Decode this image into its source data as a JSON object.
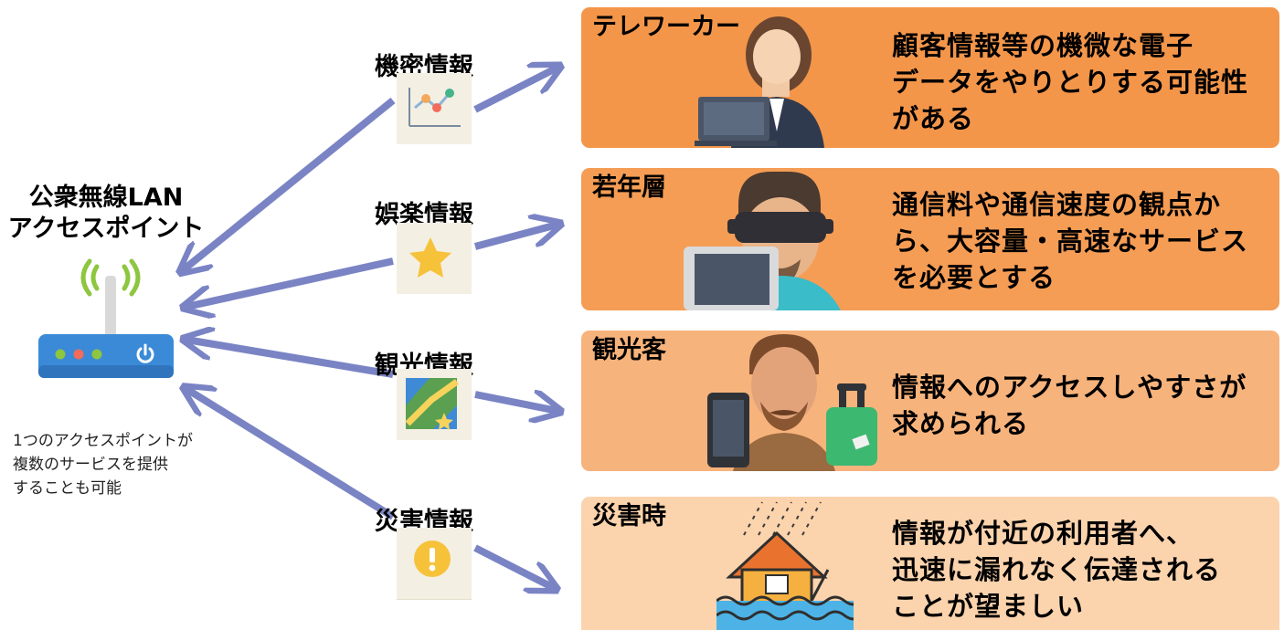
{
  "access_point": {
    "title_line1": "公衆無線LAN",
    "title_line2": "アクセスポイント",
    "note_line1": "1つのアクセスポイントが",
    "note_line2": "複数のサービスを提供",
    "note_line3": "することも可能",
    "wifi_color": "#8dc63f",
    "router_color": "#3b8ad8"
  },
  "information": [
    {
      "label": "機密情報",
      "icon": "line-chart-icon"
    },
    {
      "label": "娯楽情報",
      "icon": "star-icon"
    },
    {
      "label": "観光情報",
      "icon": "map-icon"
    },
    {
      "label": "災害情報",
      "icon": "warning-icon"
    }
  ],
  "users": [
    {
      "title": "テレワーカー",
      "icon": "teleworker-laptop-icon",
      "desc_lines": [
        "顧客情報等の機微な電子",
        "データをやりとりする可能性",
        "がある"
      ],
      "color": "#f4964a"
    },
    {
      "title": "若年層",
      "icon": "young-vr-tablet-icon",
      "desc_lines": [
        "通信料や通信速度の観点か",
        "ら、大容量・高速なサービス",
        "を必要とする"
      ],
      "color": "#f59d55"
    },
    {
      "title": "観光客",
      "icon": "tourist-suitcase-icon",
      "desc_lines": [
        "情報へのアクセスしやすさが",
        "求められる"
      ],
      "color": "#f7b37c"
    },
    {
      "title": "災害時",
      "icon": "flooded-house-icon",
      "desc_lines": [
        "情報が付近の利用者へ、",
        "迅速に漏れなく伝達される",
        "ことが望ましい"
      ],
      "color": "#fbd3ad"
    }
  ],
  "arrow_color": "#7a84c4"
}
